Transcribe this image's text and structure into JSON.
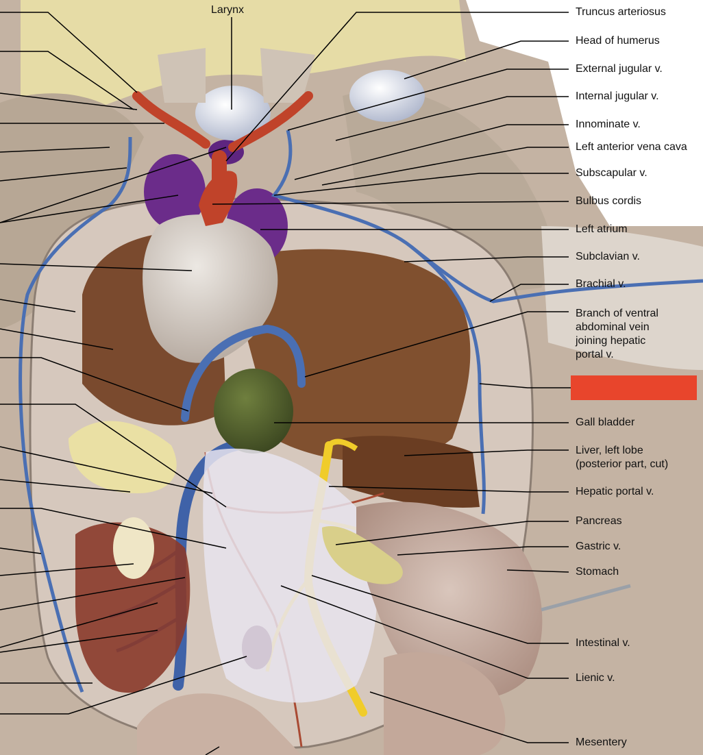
{
  "labels": {
    "larynx": "Larynx",
    "truncus_arteriosus": "Truncus arteriosus",
    "head_of_humerus": "Head of humerus",
    "external_jugular": "External jugular v.",
    "internal_jugular": "Internal jugular v.",
    "innominate": "Innominate v.",
    "left_anterior_vena_cava": "Left anterior vena cava",
    "subscapular": "Subscapular v.",
    "bulbus_cordis": "Bulbus cordis",
    "left_atrium": "Left atrium",
    "subclavian": "Subclavian v.",
    "brachial": "Brachial v.",
    "branch_ventral_abdominal": [
      "Branch of ventral",
      "abdominal vein",
      "joining hepatic",
      "portal v."
    ],
    "gall_bladder": "Gall bladder",
    "liver_left_lobe": [
      "Liver, left lobe",
      "(posterior part, cut)"
    ],
    "hepatic_portal": "Hepatic portal v.",
    "pancreas": "Pancreas",
    "gastric": "Gastric v.",
    "stomach": "Stomach",
    "intestinal": "Intestinal v.",
    "lienic": "Lienic v.",
    "mesentery": "Mesentery"
  },
  "colors": {
    "label_box": "#e8452c",
    "vein": "#4a6fb3",
    "artery": "#c0432a",
    "atrium": "#6b2c8a",
    "liver": "#7a4a2e",
    "gall_bladder": "#4f5e2c",
    "portal": "#f0cc2a"
  }
}
